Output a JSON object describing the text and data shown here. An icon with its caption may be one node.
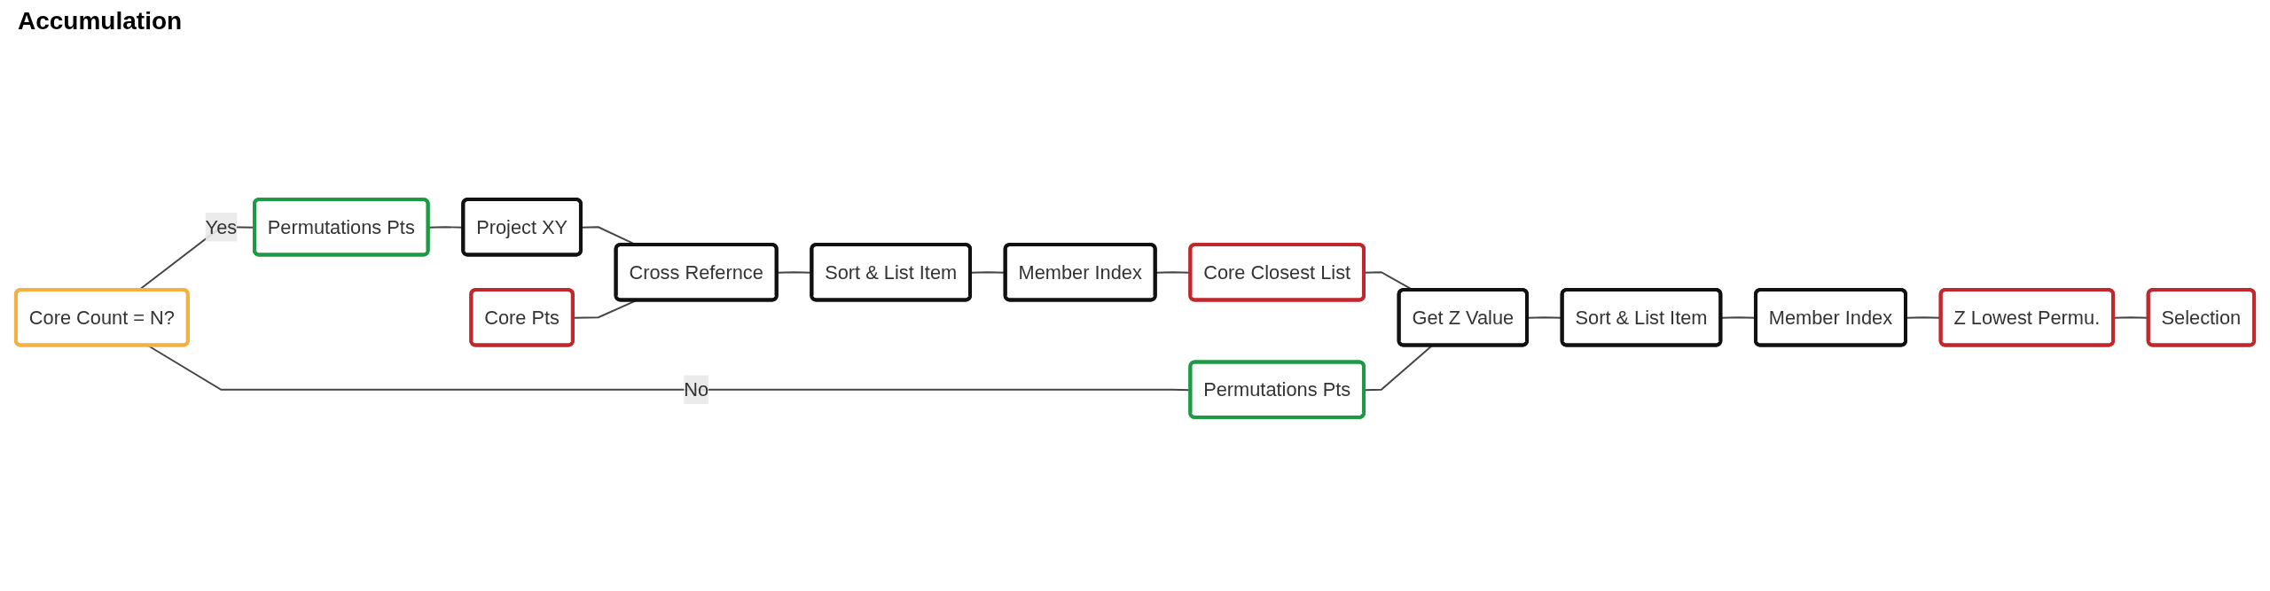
{
  "diagram": {
    "title": "Accumulation",
    "nodes": [
      {
        "text": [
          "Core Count = N?"
        ]
      },
      {
        "text": [
          "Permutations Pts"
        ]
      },
      {
        "text": [
          "Project XY"
        ]
      },
      {
        "text": [
          "Cross Refernce"
        ]
      },
      {
        "text": [
          "Sort & List Item"
        ]
      },
      {
        "text": [
          "Member Index"
        ]
      },
      {
        "text": [
          "Core Closest List"
        ]
      },
      {
        "text": [
          "Core Pts"
        ]
      },
      {
        "text": [
          "Permutations Pts"
        ]
      },
      {
        "text": [
          "Get Z Value"
        ]
      },
      {
        "text": [
          "Sort & List Item"
        ]
      },
      {
        "text": [
          "Member Index"
        ]
      },
      {
        "text": [
          "Z Lowest Permu."
        ]
      },
      {
        "text": [
          "Selection"
        ]
      }
    ],
    "edges": [
      {
        "from": 0,
        "to": 1,
        "arrow": "none",
        "label": "Yes"
      },
      {
        "from": 0,
        "to": 8,
        "arrow": "none",
        "label": "No"
      },
      {
        "from": 1,
        "to": 2,
        "arrow": "none"
      },
      {
        "from": 2,
        "to": 3,
        "arrow": "none"
      },
      {
        "from": 7,
        "to": 3,
        "arrow": "none"
      },
      {
        "from": 3,
        "to": 4,
        "arrow": "none"
      },
      {
        "from": 4,
        "to": 5,
        "arrow": "none"
      },
      {
        "from": 5,
        "to": 6,
        "arrow": "none"
      },
      {
        "from": 6,
        "to": 9,
        "arrow": "none"
      },
      {
        "from": 8,
        "to": 9,
        "arrow": "none"
      },
      {
        "from": 9,
        "to": 10,
        "arrow": "none"
      },
      {
        "from": 10,
        "to": 11,
        "arrow": "none"
      },
      {
        "from": 11,
        "to": 12,
        "arrow": "none"
      },
      {
        "from": 12,
        "to": 13,
        "arrow": "none"
      }
    ]
  }
}
